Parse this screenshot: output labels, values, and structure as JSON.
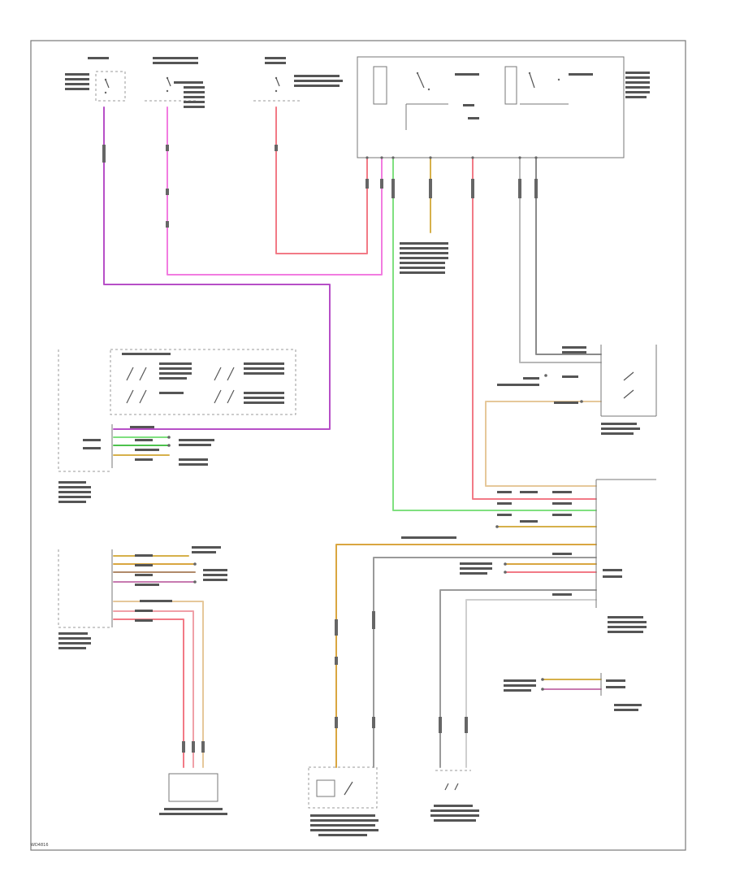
{
  "figure": {
    "ref_code": "WD4816"
  },
  "colors": {
    "frame": "#777777",
    "wire_purple": "#b74fc7",
    "wire_pink": "#f27ce0",
    "wire_red": "#f27a86",
    "wire_green": "#7fe07f",
    "wire_yellow": "#d6b04a",
    "wire_orange": "#d9a640",
    "wire_gray": "#8a8a8a",
    "wire_tan": "#e6c89a"
  },
  "components": [
    {
      "id": "fuse-top-left",
      "icon": "fuse-icon"
    },
    {
      "id": "fuse-top-mid",
      "icon": "fuse-icon"
    },
    {
      "id": "fuse-top-right",
      "icon": "fuse-icon"
    },
    {
      "id": "relay-block-top",
      "icon": "relay-icon"
    },
    {
      "id": "control-switch-panel",
      "icon": "switch-icon"
    },
    {
      "id": "control-module-left",
      "icon": "connector-icon"
    },
    {
      "id": "right-connector-top",
      "icon": "connector-icon"
    },
    {
      "id": "right-control-module",
      "icon": "connector-icon"
    },
    {
      "id": "instrument-cluster",
      "icon": "connector-icon"
    },
    {
      "id": "motor-box",
      "icon": "motor-icon"
    },
    {
      "id": "pressure-switch-box",
      "icon": "switch-icon"
    },
    {
      "id": "sensor-bottom",
      "icon": "sensor-icon"
    }
  ]
}
